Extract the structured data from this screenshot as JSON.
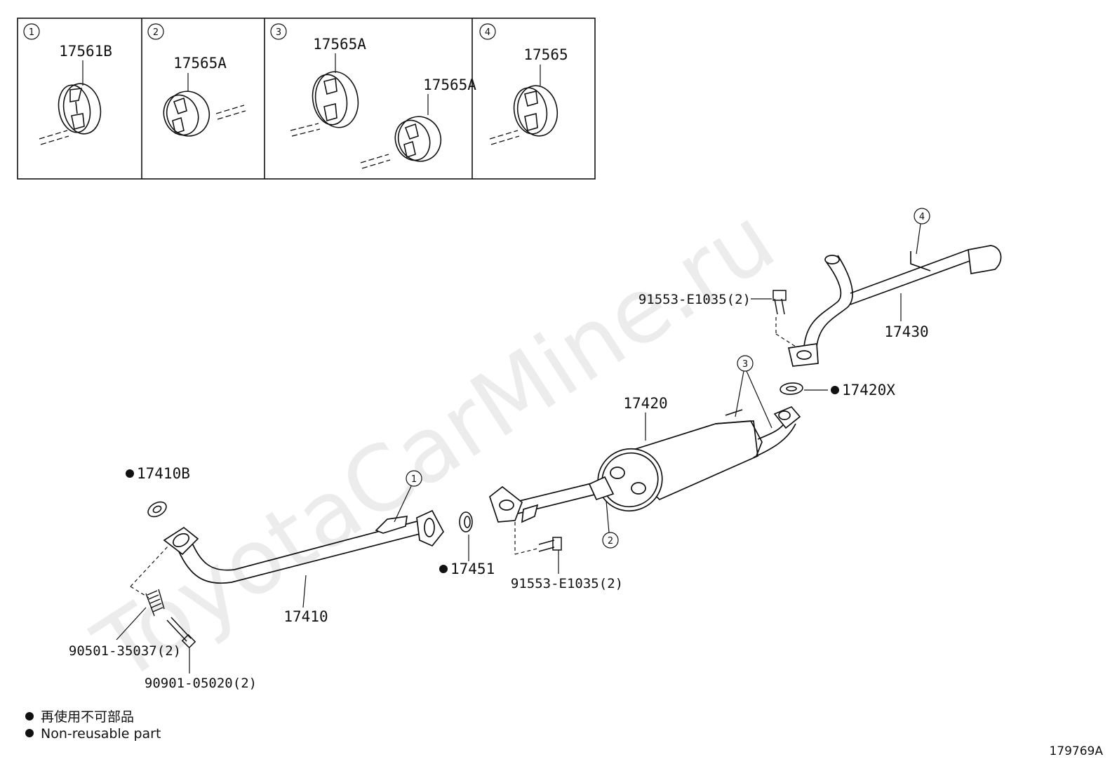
{
  "watermark": "ToyotaCarMine.ru",
  "inset_panels": [
    {
      "num": "1",
      "label": "17561B"
    },
    {
      "num": "2",
      "label": "17565A"
    },
    {
      "num": "3",
      "label_a": "17565A",
      "label_b": "17565A"
    },
    {
      "num": "4",
      "label": "17565"
    }
  ],
  "parts": {
    "p17410": "17410",
    "p17410B": "17410B",
    "p17451": "17451",
    "p17420": "17420",
    "p17420X": "17420X",
    "p17430": "17430",
    "bolt_upper": "91553-E1035(2)",
    "bolt_lower": "91553-E1035(2)",
    "spring": "90501-35037(2)",
    "bolt_front": "90901-05020(2)"
  },
  "callouts": {
    "c1": "1",
    "c2": "2",
    "c3": "3",
    "c4": "4"
  },
  "legend": {
    "jp": "再使用不可部品",
    "en": "Non-reusable part"
  },
  "diagram_code": "179769A"
}
